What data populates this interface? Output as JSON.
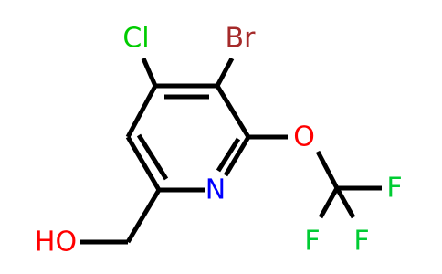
{
  "colors": {
    "bond": "#000000",
    "chlorine": "#00cc00",
    "bromine": "#a52a2a",
    "nitrogen": "#0000ff",
    "oxygen": "#ff0000",
    "fluorine": "#00cc33"
  },
  "atoms": {
    "cl": "Cl",
    "br": "Br",
    "n": "N",
    "o_ether": "O",
    "f_top": "F",
    "f_left": "F",
    "f_right": "F",
    "ho": "HO"
  }
}
